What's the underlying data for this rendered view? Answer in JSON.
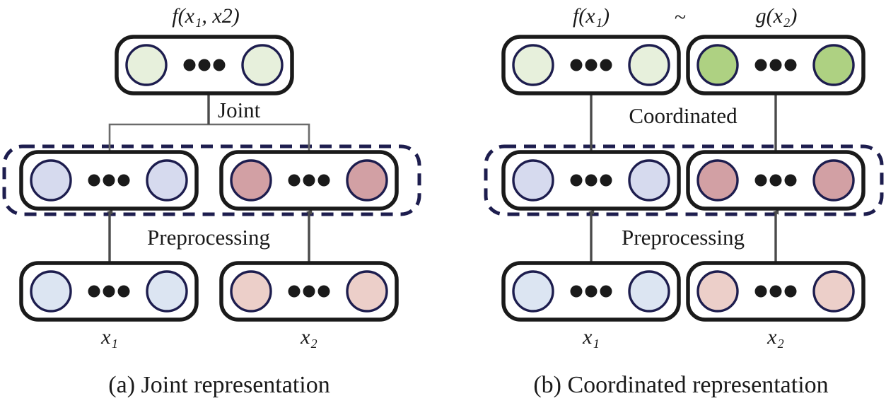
{
  "figure": {
    "background": "#ffffff",
    "panels": [
      {
        "id": "joint",
        "caption": "(a) Joint representation",
        "top_label": "f(x1, x2)",
        "top_label_parts": {
          "fn": "f",
          "open": "(",
          "var1": "x",
          "sub1": "1",
          "sep": ", ",
          "var2": "x2",
          "close": ")"
        },
        "fusion_label": "Joint",
        "preprocessing_label": "Preprocessing",
        "input_labels": [
          "x1",
          "x2"
        ],
        "top_row": {
          "circle_fill": "#e7f0dc",
          "circle_stroke": "#1d1d4e",
          "count_hint": "•••"
        },
        "middle_row": {
          "left_fill": "#d6daee",
          "right_fill": "#d2a0a4",
          "circle_stroke": "#1d1d4e"
        },
        "bottom_row": {
          "left_fill": "#dce5f2",
          "right_fill": "#eccfc9",
          "circle_stroke": "#1d1d4e"
        },
        "dashed_group_color": "#1d1d4e"
      },
      {
        "id": "coordinated",
        "caption": "(b) Coordinated representation",
        "top_label_left": "f(x1)",
        "top_label_right": "g(x2)",
        "similarity_symbol": "~",
        "fusion_label": "Coordinated",
        "preprocessing_label": "Preprocessing",
        "input_labels": [
          "x1",
          "x2"
        ],
        "top_row": {
          "left_fill": "#e7f0dc",
          "right_fill": "#aed182",
          "circle_stroke": "#1d1d4e"
        },
        "middle_row": {
          "left_fill": "#d6daee",
          "right_fill": "#d2a0a4",
          "circle_stroke": "#1d1d4e"
        },
        "bottom_row": {
          "left_fill": "#dce5f2",
          "right_fill": "#eccfc9",
          "circle_stroke": "#1d1d4e"
        },
        "dashed_group_color": "#1d1d4e"
      }
    ],
    "ellipsis_glyph": "•••",
    "box_stroke": "#1a1a1a",
    "arrow_color": "#4a4a4a",
    "bracket_color": "#6b6b6b"
  },
  "labels": {
    "a_top": "f(x₁, x2)",
    "a_joint": "Joint",
    "a_pre": "Preprocessing",
    "a_x1": "x₁",
    "a_x2": "x₂",
    "a_caption": "(a) Joint representation",
    "b_top_left": "f(x₁)",
    "b_tilde": "~",
    "b_top_right": "g(x₂)",
    "b_coord": "Coordinated",
    "b_pre": "Preprocessing",
    "b_x1": "x₁",
    "b_x2": "x₂",
    "b_caption": "(b) Coordinated representation"
  }
}
